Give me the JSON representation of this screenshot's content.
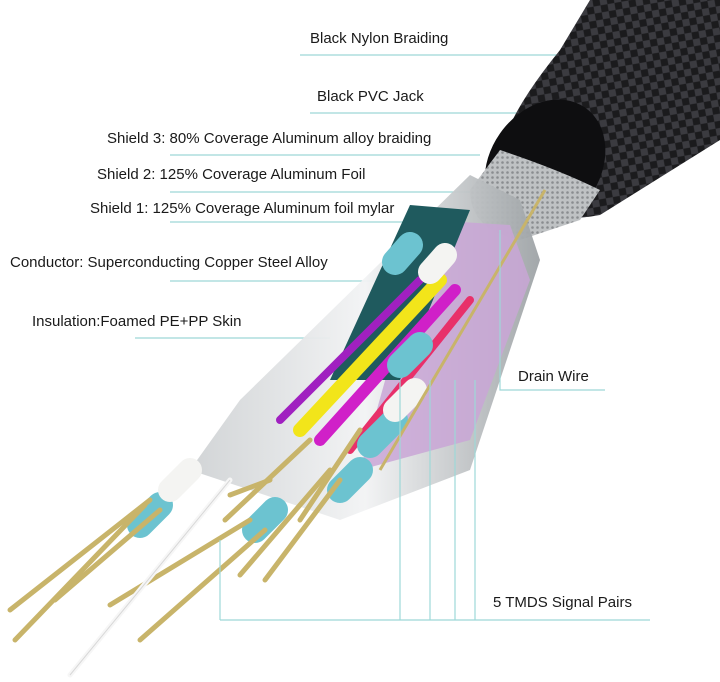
{
  "labels": {
    "braiding": "Black Nylon Braiding",
    "jack": "Black PVC Jack",
    "shield3": "Shield 3:  80% Coverage Aluminum alloy braiding",
    "shield2": "Shield 2: 125% Coverage Aluminum Foil",
    "shield1": "Shield 1: 125% Coverage Aluminum foil mylar",
    "conductor": "Conductor: Superconducting Copper Steel Alloy",
    "insulation": "Insulation:Foamed PE+PP Skin",
    "drain": "Drain Wire",
    "tmds": "5 TMDS Signal Pairs"
  },
  "colors": {
    "leader_line": "#9ed8d8",
    "jacket": "#1c1c1e",
    "copper_wire": "#c8b46a",
    "insulation_teal": "#6cc3d0",
    "foil_purple": "#c9a6d6",
    "magenta": "#d020c8",
    "yellow": "#f2e51a"
  }
}
